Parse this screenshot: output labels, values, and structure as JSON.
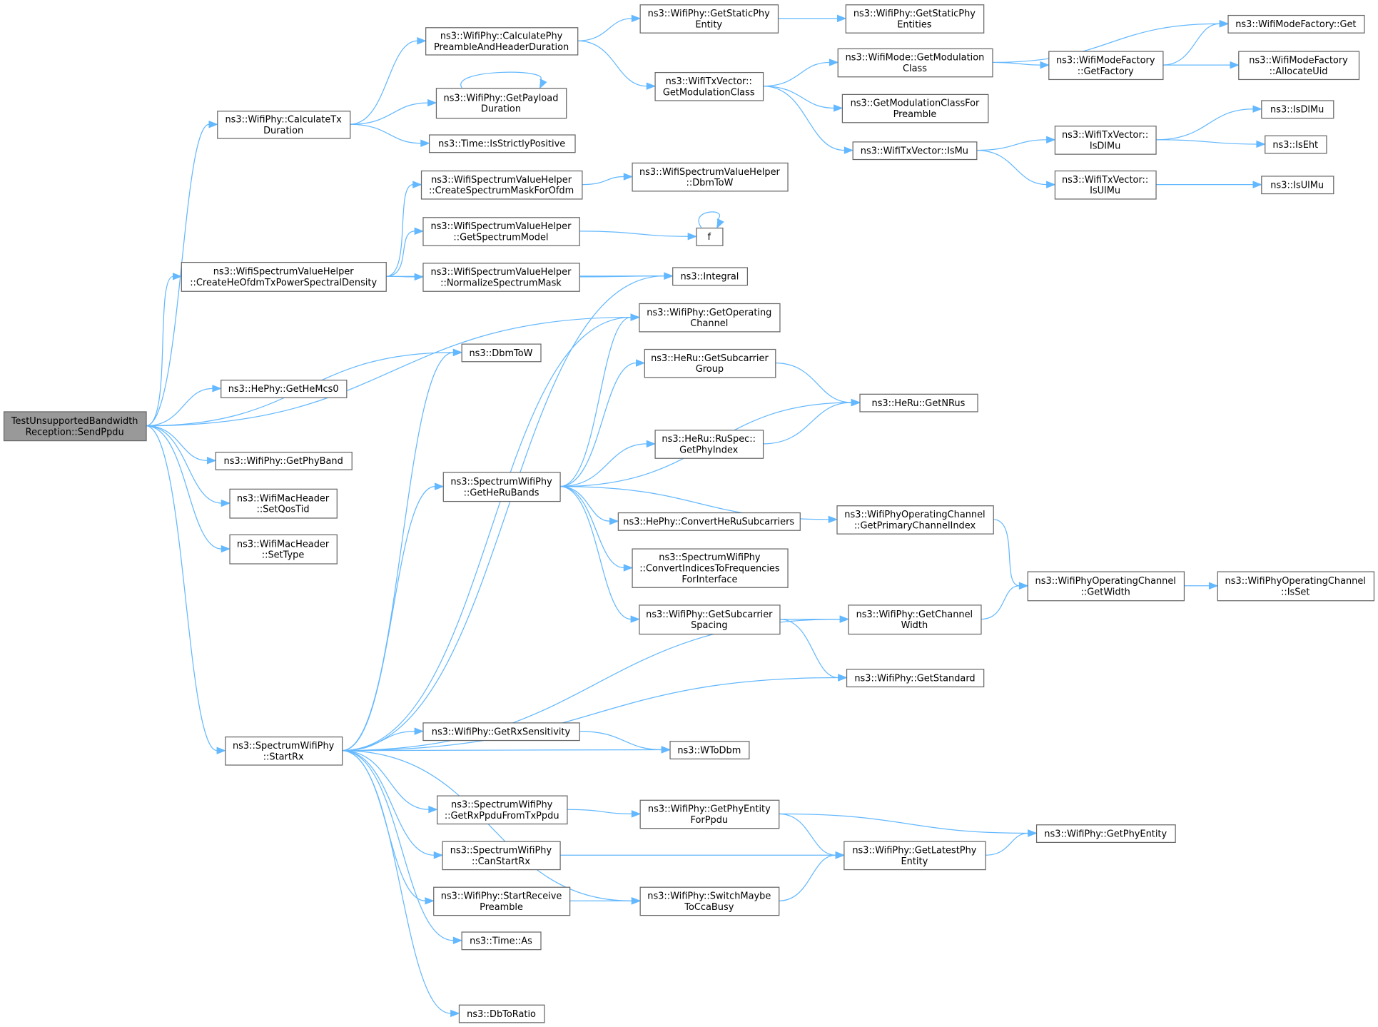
{
  "graph": {
    "title": "Call graph of TestUnsupportedBandwidthReception::SendPpdu",
    "colors": {
      "edge": "#63b8ff",
      "root_fill": "#999999",
      "node_border": "#666666"
    },
    "nodes": [
      {
        "label": [
          "TestUnsupportedBandwidth",
          "Reception::SendPpdu"
        ],
        "root": true
      },
      {
        "label": [
          "ns3::WifiPhy::CalculateTx",
          "Duration"
        ]
      },
      {
        "label": [
          "ns3::WifiPhy::CalculatePhy",
          "PreambleAndHeaderDuration"
        ]
      },
      {
        "label": [
          "ns3::WifiPhy::GetPayload",
          "Duration"
        ]
      },
      {
        "label": [
          "ns3::Time::IsStrictlyPositive"
        ]
      },
      {
        "label": [
          "ns3::WifiSpectrumValueHelper",
          "::CreateSpectrumMaskForOfdm"
        ]
      },
      {
        "label": [
          "ns3::WifiSpectrumValueHelper",
          "::GetSpectrumModel"
        ]
      },
      {
        "label": [
          "ns3::WifiSpectrumValueHelper",
          "::CreateHeOfdmTxPowerSpectralDensity"
        ]
      },
      {
        "label": [
          "ns3::WifiSpectrumValueHelper",
          "::NormalizeSpectrumMask"
        ]
      },
      {
        "label": [
          "ns3::DbmToW"
        ]
      },
      {
        "label": [
          "ns3::HePhy::GetHeMcs0"
        ]
      },
      {
        "label": [
          "ns3::WifiPhy::GetPhyBand"
        ]
      },
      {
        "label": [
          "ns3::WifiMacHeader",
          "::SetQosTid"
        ]
      },
      {
        "label": [
          "ns3::WifiMacHeader",
          "::SetType"
        ]
      },
      {
        "label": [
          "ns3::SpectrumWifiPhy",
          "::StartRx"
        ]
      },
      {
        "label": [
          "ns3::SpectrumWifiPhy",
          "::GetHeRuBands"
        ]
      },
      {
        "label": [
          "ns3::WifiPhy::GetStaticPhy",
          "Entity"
        ]
      },
      {
        "label": [
          "ns3::WifiPhy::GetStaticPhy",
          "Entities"
        ]
      },
      {
        "label": [
          "ns3::WifiTxVector::",
          "GetModulationClass"
        ]
      },
      {
        "label": [
          "ns3::WifiMode::GetModulation",
          "Class"
        ]
      },
      {
        "label": [
          "ns3::WifiModeFactory::Get"
        ]
      },
      {
        "label": [
          "ns3::WifiModeFactory",
          "::GetFactory"
        ]
      },
      {
        "label": [
          "ns3::WifiModeFactory",
          "::AllocateUid"
        ]
      },
      {
        "label": [
          "ns3::GetModulationClassFor",
          "Preamble"
        ]
      },
      {
        "label": [
          "ns3::WifiTxVector::IsMu"
        ]
      },
      {
        "label": [
          "ns3::WifiTxVector::",
          "IsDlMu"
        ]
      },
      {
        "label": [
          "ns3::WifiTxVector::",
          "IsUlMu"
        ]
      },
      {
        "label": [
          "ns3::IsDlMu"
        ]
      },
      {
        "label": [
          "ns3::IsEht"
        ]
      },
      {
        "label": [
          "ns3::IsUlMu"
        ]
      },
      {
        "label": [
          "ns3::WifiSpectrumValueHelper",
          "::DbmToW"
        ]
      },
      {
        "label": [
          "f"
        ]
      },
      {
        "label": [
          "ns3::Integral"
        ]
      },
      {
        "label": [
          "ns3::WifiPhy::GetOperating",
          "Channel"
        ]
      },
      {
        "label": [
          "ns3::HeRu::GetSubcarrier",
          "Group"
        ]
      },
      {
        "label": [
          "ns3::HeRu::GetNRus"
        ]
      },
      {
        "label": [
          "ns3::HeRu::RuSpec::",
          "GetPhyIndex"
        ]
      },
      {
        "label": [
          "ns3::WifiPhyOperatingChannel",
          "::GetPrimaryChannelIndex"
        ]
      },
      {
        "label": [
          "ns3::HePhy::ConvertHeRuSubcarriers"
        ]
      },
      {
        "label": [
          "ns3::SpectrumWifiPhy",
          "::ConvertIndicesToFrequencies",
          "ForInterface"
        ]
      },
      {
        "label": [
          "ns3::WifiPhyOperatingChannel",
          "::GetWidth"
        ]
      },
      {
        "label": [
          "ns3::WifiPhyOperatingChannel",
          "::IsSet"
        ]
      },
      {
        "label": [
          "ns3::WifiPhy::GetSubcarrier",
          "Spacing"
        ]
      },
      {
        "label": [
          "ns3::WifiPhy::GetChannel",
          "Width"
        ]
      },
      {
        "label": [
          "ns3::WifiPhy::GetStandard"
        ]
      },
      {
        "label": [
          "ns3::WifiPhy::GetRxSensitivity"
        ]
      },
      {
        "label": [
          "ns3::WToDbm"
        ]
      },
      {
        "label": [
          "ns3::SpectrumWifiPhy",
          "::GetRxPpduFromTxPpdu"
        ]
      },
      {
        "label": [
          "ns3::WifiPhy::GetPhyEntity",
          "ForPpdu"
        ]
      },
      {
        "label": [
          "ns3::WifiPhy::GetPhyEntity"
        ]
      },
      {
        "label": [
          "ns3::SpectrumWifiPhy",
          "::CanStartRx"
        ]
      },
      {
        "label": [
          "ns3::WifiPhy::GetLatestPhy",
          "Entity"
        ]
      },
      {
        "label": [
          "ns3::WifiPhy::StartReceive",
          "Preamble"
        ]
      },
      {
        "label": [
          "ns3::WifiPhy::SwitchMaybe",
          "ToCcaBusy"
        ]
      },
      {
        "label": [
          "ns3::Time::As"
        ]
      },
      {
        "label": [
          "ns3::DbToRatio"
        ]
      }
    ],
    "edges": [
      [
        0,
        1
      ],
      [
        0,
        7
      ],
      [
        0,
        9
      ],
      [
        0,
        10
      ],
      [
        0,
        33
      ],
      [
        0,
        11
      ],
      [
        0,
        12
      ],
      [
        0,
        13
      ],
      [
        0,
        14
      ],
      [
        1,
        2
      ],
      [
        1,
        3
      ],
      [
        1,
        4
      ],
      [
        2,
        16
      ],
      [
        2,
        18
      ],
      [
        3,
        3
      ],
      [
        16,
        17
      ],
      [
        18,
        19
      ],
      [
        18,
        23
      ],
      [
        18,
        24
      ],
      [
        19,
        20
      ],
      [
        19,
        21
      ],
      [
        21,
        20
      ],
      [
        21,
        22
      ],
      [
        24,
        25
      ],
      [
        24,
        26
      ],
      [
        25,
        27
      ],
      [
        25,
        28
      ],
      [
        26,
        29
      ],
      [
        7,
        5
      ],
      [
        7,
        6
      ],
      [
        7,
        8
      ],
      [
        7,
        32
      ],
      [
        5,
        30
      ],
      [
        6,
        31
      ],
      [
        31,
        31
      ],
      [
        8,
        32
      ],
      [
        14,
        32
      ],
      [
        14,
        9
      ],
      [
        14,
        33
      ],
      [
        14,
        15
      ],
      [
        14,
        43
      ],
      [
        14,
        44
      ],
      [
        14,
        45
      ],
      [
        14,
        46
      ],
      [
        14,
        47
      ],
      [
        14,
        50
      ],
      [
        14,
        52
      ],
      [
        14,
        54
      ],
      [
        14,
        53
      ],
      [
        14,
        55
      ],
      [
        15,
        33
      ],
      [
        15,
        34
      ],
      [
        15,
        35
      ],
      [
        15,
        36
      ],
      [
        15,
        37
      ],
      [
        15,
        38
      ],
      [
        15,
        39
      ],
      [
        15,
        42
      ],
      [
        34,
        35
      ],
      [
        36,
        35
      ],
      [
        37,
        40
      ],
      [
        42,
        43
      ],
      [
        42,
        44
      ],
      [
        43,
        40
      ],
      [
        40,
        41
      ],
      [
        45,
        46
      ],
      [
        47,
        48
      ],
      [
        48,
        49
      ],
      [
        48,
        51
      ],
      [
        50,
        51
      ],
      [
        51,
        49
      ],
      [
        52,
        53
      ],
      [
        53,
        51
      ]
    ]
  }
}
